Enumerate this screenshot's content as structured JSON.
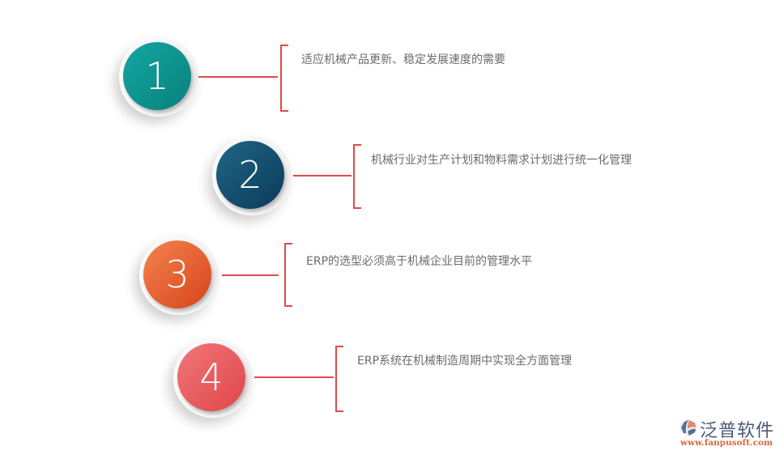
{
  "steps": [
    {
      "number": "1",
      "text": "适应机械产品更新、稳定发展速度的需要",
      "color_from": "#0d9a96",
      "color_to": "#0a8480"
    },
    {
      "number": "2",
      "text": "机械行业对生产计划和物料需求计划进行统一化管理",
      "color_from": "#1c5a7c",
      "color_to": "#0d3d5e"
    },
    {
      "number": "3",
      "text": "ERP的选型必须高于机械企业目前的管理水平",
      "color_from": "#f07a45",
      "color_to": "#d9461b"
    },
    {
      "number": "4",
      "text": "ERP系统在机械制造周期中实现全方面管理",
      "color_from": "#ef6e70",
      "color_to": "#e24a4d"
    }
  ],
  "accent_color": "#e04a4a",
  "logo": {
    "name": "泛普软件",
    "url": "www.fanpusoft.com"
  }
}
